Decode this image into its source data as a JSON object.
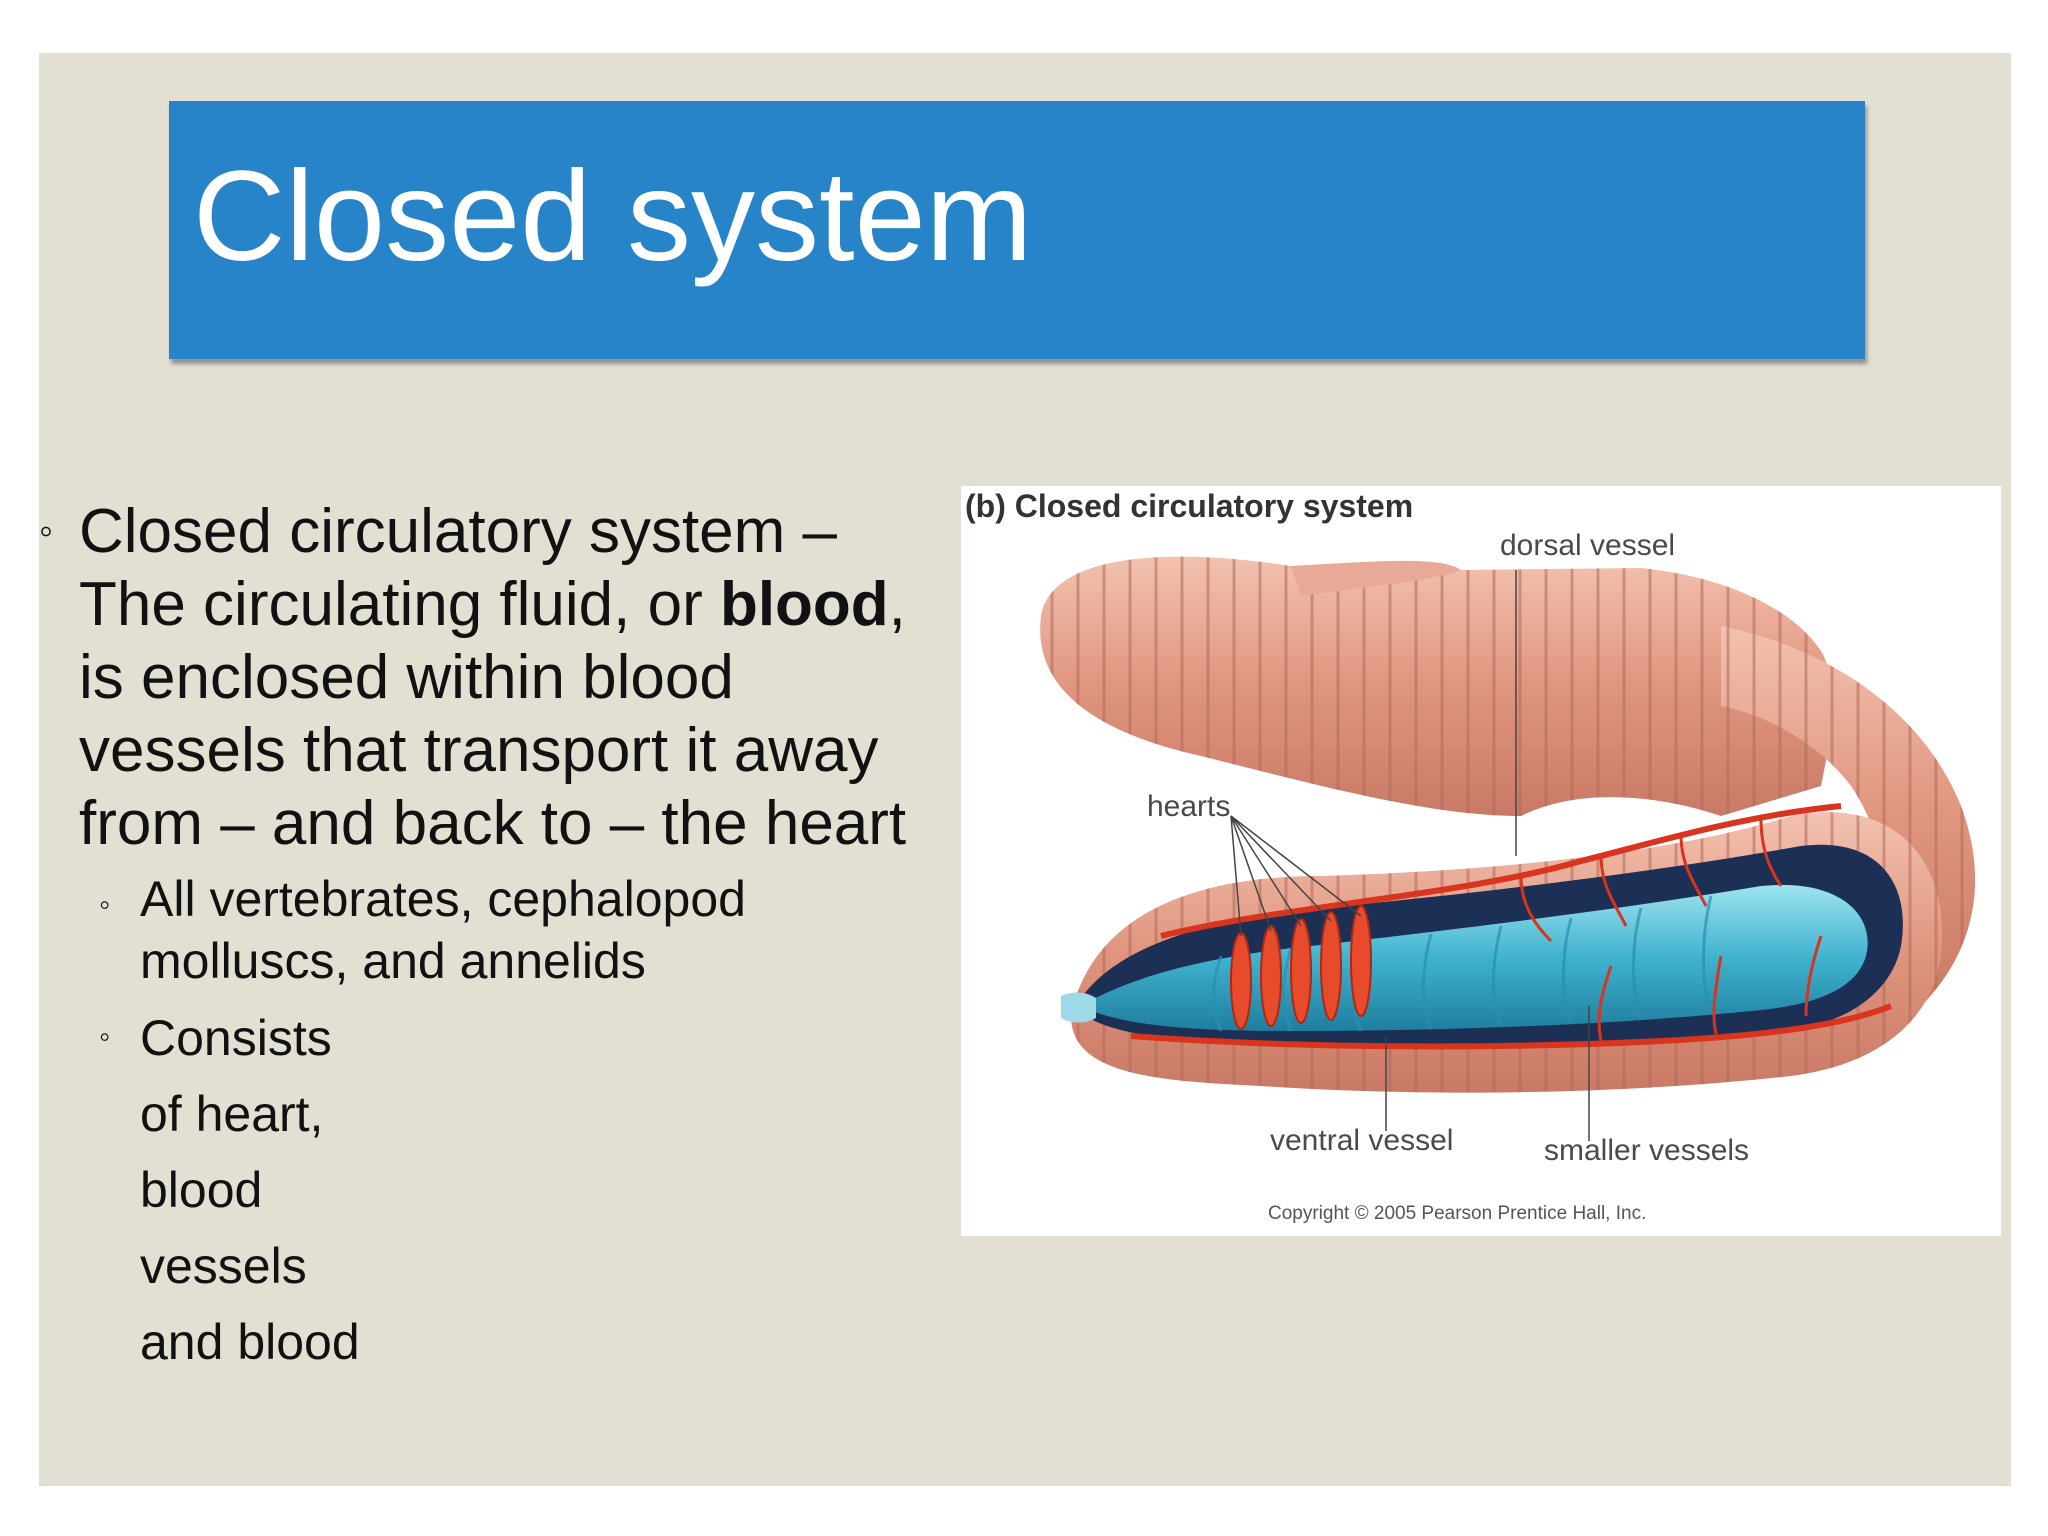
{
  "slide": {
    "title": "Closed system",
    "bullet": {
      "text_before": "Closed circulatory system – The circulating fluid, or ",
      "bold": "blood",
      "text_after": ", is enclosed within blood vessels that transport it away from – and back to – the heart"
    },
    "sub_bullets": [
      "All vertebrates, cephalopod molluscs, and annelids",
      "Consists of heart, blood vessels and blood"
    ],
    "bullet_glyph": "◦"
  },
  "figure": {
    "title": "(b) Closed circulatory system",
    "labels": {
      "dorsal": "dorsal vessel",
      "hearts": "hearts",
      "ventral": "ventral vessel",
      "smaller": "smaller vessels"
    },
    "copyright": "Copyright © 2005 Pearson Prentice Hall, Inc."
  },
  "colors": {
    "title_bar": "#2784c8",
    "background": "#e3dfd2"
  }
}
